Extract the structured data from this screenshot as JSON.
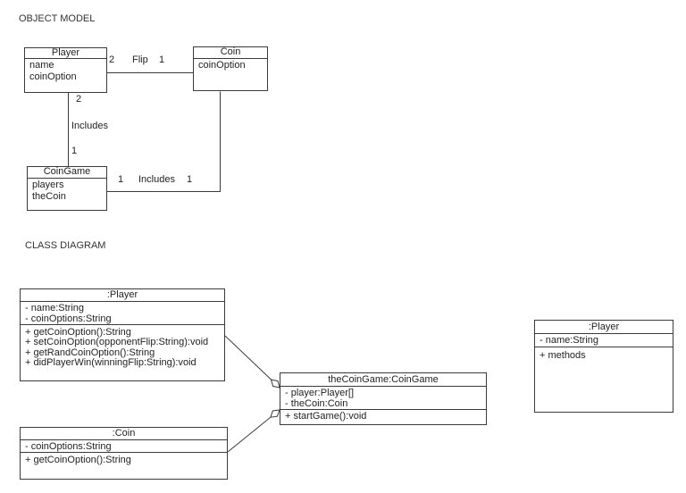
{
  "object_model": {
    "heading": "OBJECT MODEL",
    "boxes": {
      "player": {
        "title": "Player",
        "attributes": [
          "name",
          "coinOption"
        ]
      },
      "coin": {
        "title": "Coin",
        "attributes": [
          "coinOption"
        ]
      },
      "coingame": {
        "title": "CoinGame",
        "attributes": [
          "players",
          "theCoin"
        ]
      }
    },
    "relationships": {
      "flip": {
        "source_mult": "2",
        "label": "Flip",
        "target_mult": "1"
      },
      "includes_players": {
        "source_mult": "2",
        "label": "Includes",
        "target_mult": "1"
      },
      "includes_coin": {
        "source_mult": "1",
        "label": "Includes",
        "target_mult": "1"
      }
    }
  },
  "class_diagram": {
    "heading": "CLASS DIAGRAM",
    "classes": {
      "player_detail": {
        "title": ":Player",
        "attributes": [
          "- name:String",
          "- coinOptions:String"
        ],
        "methods": [
          "+ getCoinOption():String",
          "+ setCoinOption(opponentFlip:String):void",
          "+ getRandCoinOption():String",
          "+ didPlayerWin(winningFlip:String):void"
        ]
      },
      "coingame_instance": {
        "title": "theCoinGame:CoinGame",
        "attributes": [
          "- player:Player[]",
          "- theCoin:Coin"
        ],
        "methods": [
          "+ startGame():void"
        ]
      },
      "coin": {
        "title": ":Coin",
        "attributes": [
          "- coinOptions:String"
        ],
        "methods": [
          "+ getCoinOption():String"
        ]
      },
      "player_summary": {
        "title": ":Player",
        "attributes": [
          "- name:String"
        ],
        "methods": [
          "+ methods"
        ]
      }
    }
  },
  "colors": {
    "line": "#3a3a3a",
    "text": "#222222",
    "background": "#ffffff"
  }
}
